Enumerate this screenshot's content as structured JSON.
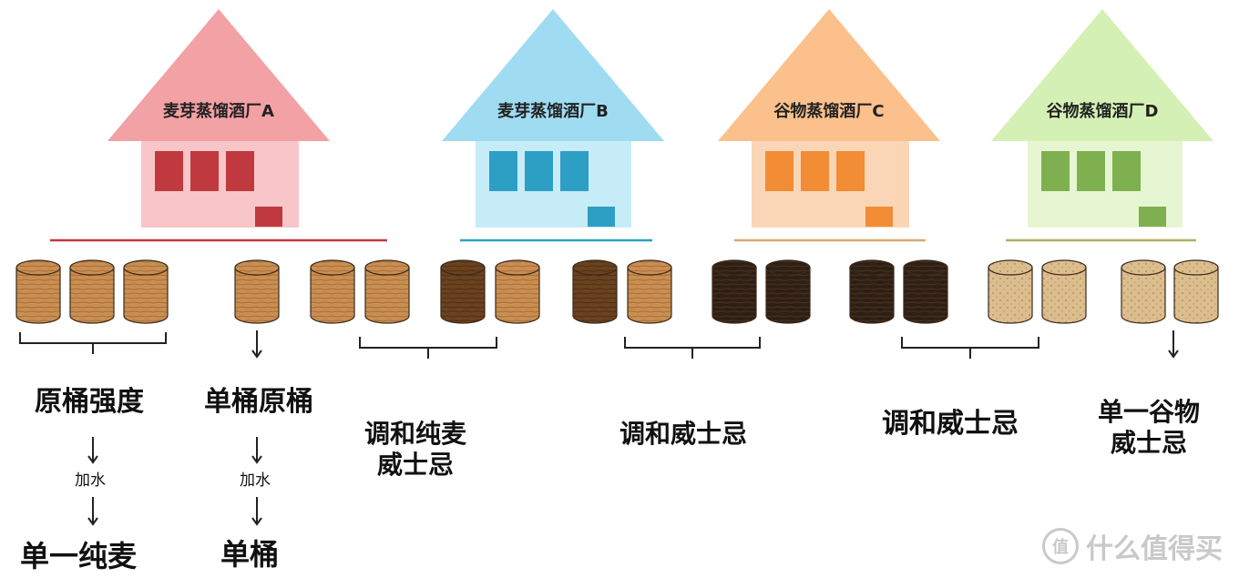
{
  "houses": [
    {
      "label": "麦芽蒸馏酒厂A",
      "roof": "#f2a1a4",
      "wall": "#f8c6c8",
      "window": "#c0393e",
      "door": "#c0393e",
      "line": "#c0393e"
    },
    {
      "label": "麦芽蒸馏酒厂B",
      "roof": "#9fdcf1",
      "wall": "#c6ecf8",
      "window": "#2d9fc4",
      "door": "#2d9fc4",
      "line": "#2d9fc4"
    },
    {
      "label": "谷物蒸馏酒厂C",
      "roof": "#fbc08c",
      "wall": "#fbd6b6",
      "window": "#f28c35",
      "door": "#f28c35",
      "line": "#d9a86a"
    },
    {
      "label": "谷物蒸馏酒厂D",
      "roof": "#d5f0b4",
      "wall": "#e7f6d2",
      "window": "#7fb04f",
      "door": "#7fb04f",
      "line": "#b0b060"
    }
  ],
  "barrel_colors": {
    "light": "#c98f52",
    "dark": "#6b4220",
    "black": "#2e1f14",
    "grain": "#d9b98a"
  },
  "labels": {
    "cask_strength": "原桶强度",
    "single_cask_full": "单桶原桶",
    "blended_malt_line1": "调和纯麦",
    "blended_malt_line2": "威士忌",
    "blended_whisky_1": "调和威士忌",
    "blended_whisky_2": "调和威士忌",
    "single_grain_line1": "单一谷物",
    "single_grain_line2": "威士忌",
    "add_water_1": "加水",
    "add_water_2": "加水",
    "single_malt": "单一纯麦",
    "single_cask": "单桶"
  },
  "watermark": {
    "text": "什么值得买",
    "badge": "值"
  }
}
